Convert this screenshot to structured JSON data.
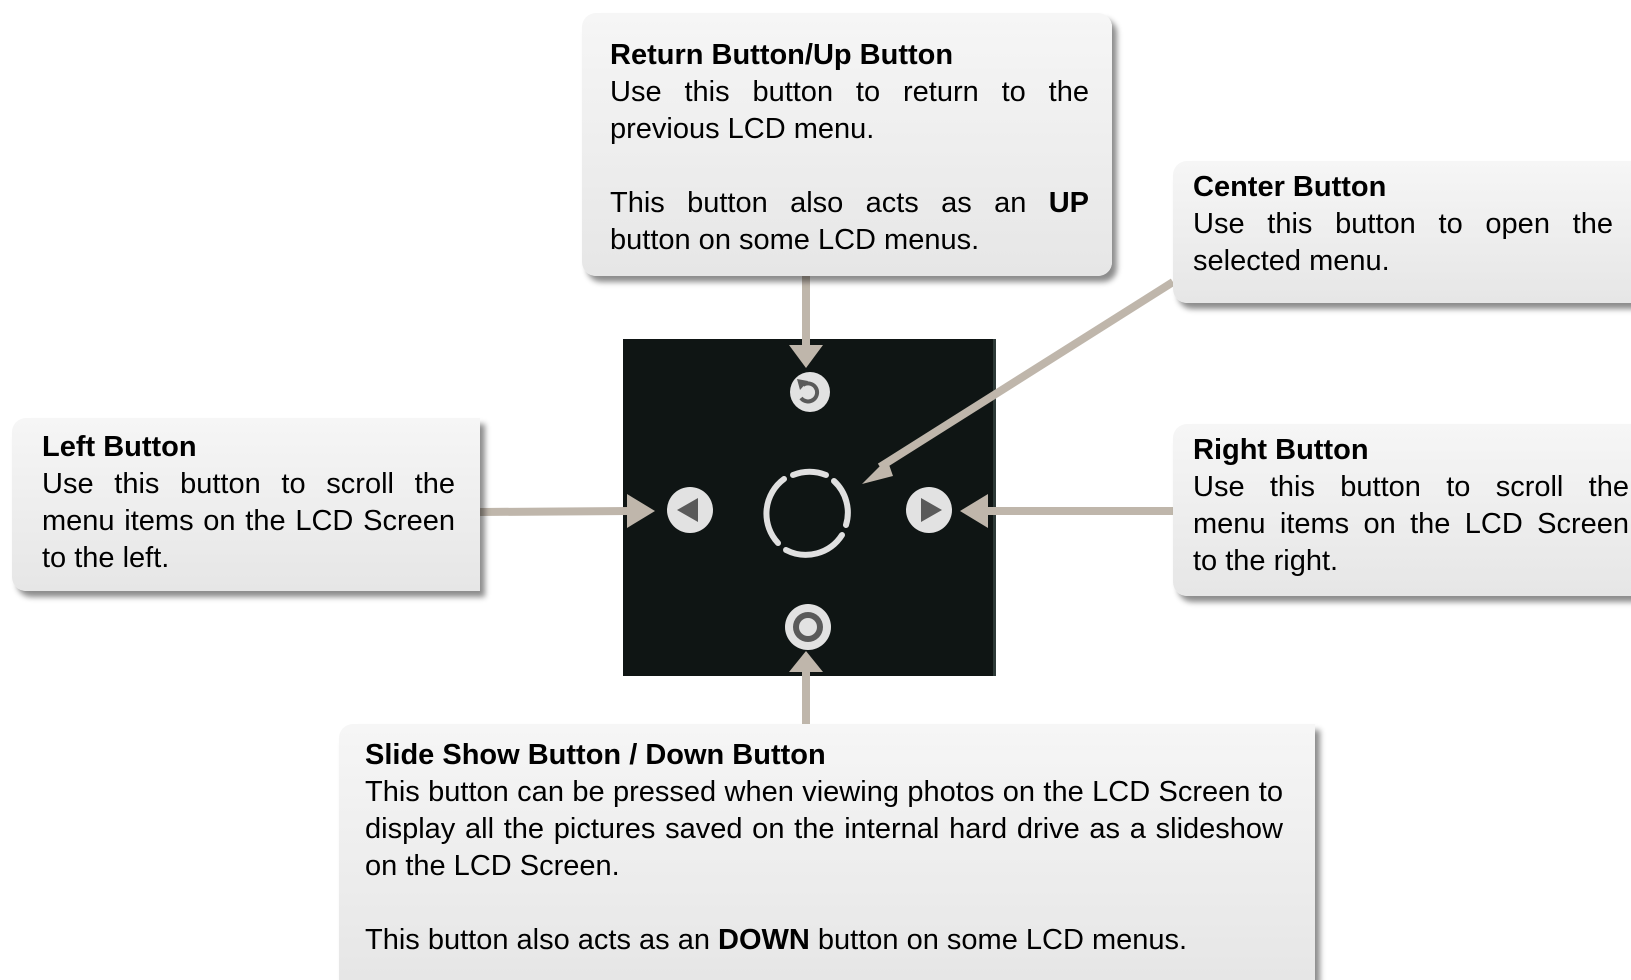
{
  "return_box": {
    "title": "Return Button/Up Button",
    "line1": "Use this button to return to the previous LCD menu.",
    "line2a": "This button also acts as an ",
    "line2b": "UP",
    "line2c": " button on some LCD menus."
  },
  "center_box": {
    "title": "Center Button",
    "text": "Use this button to open the selected menu."
  },
  "left_box": {
    "title": "Left Button",
    "text": "Use this button to scroll the menu items on the LCD Screen to the left."
  },
  "right_box": {
    "title": "Right Button",
    "text_l1": "Use this button to scroll the",
    "text_l2": "menu items on the LCD Screen",
    "text_l3": "to the right."
  },
  "down_box": {
    "title": "Slide Show Button / Down Button",
    "line1": "This button can be pressed when viewing photos on the LCD Screen to display all the pictures saved on the internal hard drive as a slideshow on the LCD Screen.",
    "line2a": "This button also acts as an ",
    "line2b": "DOWN",
    "line2c": " button on some LCD menus."
  },
  "icons": {
    "return": "return-arrow-icon",
    "left": "left-triangle-icon",
    "right": "right-triangle-icon",
    "center": "segmented-ring-icon",
    "down": "slideshow-circle-icon"
  },
  "colors": {
    "connector": "#bfb6ab",
    "panel": "#0f1514",
    "button_light": "#e2e2e2",
    "button_dark": "#5a5a5a"
  }
}
